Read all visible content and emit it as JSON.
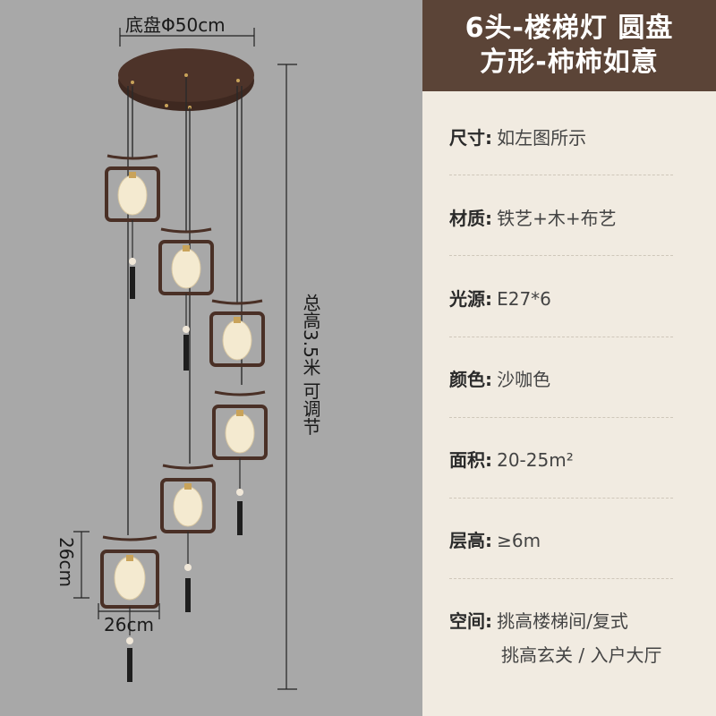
{
  "header": {
    "line1": "6头-楼梯灯 圆盘",
    "line2": "方形-柿柿如意"
  },
  "dimensions": {
    "base": "底盘Φ50cm",
    "total_height": "总高3.5米 可调节",
    "lamp_height": "26cm",
    "lamp_width": "26cm"
  },
  "specs": [
    {
      "label": "尺寸:",
      "value": "如左图所示"
    },
    {
      "label": "材质:",
      "value": "铁艺+木+布艺"
    },
    {
      "label": "光源:",
      "value": "E27*6"
    },
    {
      "label": "颜色:",
      "value": "沙咖色"
    },
    {
      "label": "面积:",
      "value": "20-25m²"
    },
    {
      "label": "层高:",
      "value": "≥6m"
    },
    {
      "label": "空间:",
      "value": "挑高楼梯间/复式",
      "value2": "挑高玄关 / 入户大厅"
    }
  ],
  "colors": {
    "left_bg": "#a8a8a8",
    "right_bg": "#f1ebe1",
    "header_bg": "#5b4437",
    "frame": "#4a3026",
    "shade": "#f4ead0"
  }
}
